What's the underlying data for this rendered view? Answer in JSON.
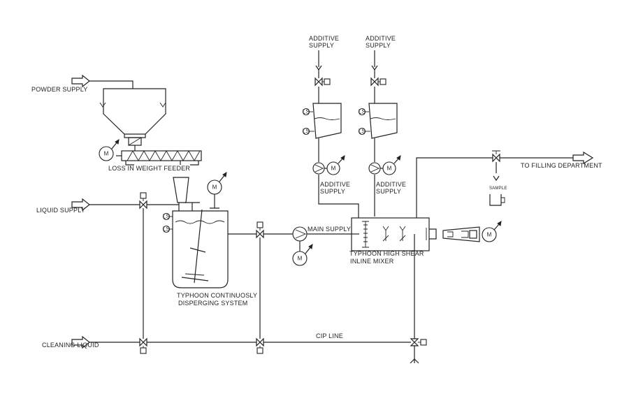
{
  "labels": {
    "powder_supply": "POWDER SUPPLY",
    "liquid_supply": "LIQUID SUPPLY",
    "cleaning_liquid": "CLEANING LIQUID",
    "additive_supply_top_1": [
      "ADDITIVE",
      "SUPPLY"
    ],
    "additive_supply_top_2": [
      "ADDITIVE",
      "SUPPLY"
    ],
    "additive_supply_mid_1": [
      "ADDITIVE",
      "SUPPLY"
    ],
    "additive_supply_mid_2": [
      "ADDITIVE",
      "SUPPLY"
    ],
    "loss_in_weight_feeder": "LOSS IN WEIGHT FEEDER",
    "dispersing_system": [
      "TYPHOON CONTINUOSLY",
      "DISPERGING SYSTEM"
    ],
    "main_supply": "MAIN SUPPLY",
    "inline_mixer": [
      "TYPHOON HIGH SHEAR",
      "INLINE MIXER"
    ],
    "to_filling": "TO FILLING DEPARTMENT",
    "sample": "SAMPLE",
    "cip_line": "CIP LINE",
    "level_switch": "LS",
    "motor": "M"
  }
}
